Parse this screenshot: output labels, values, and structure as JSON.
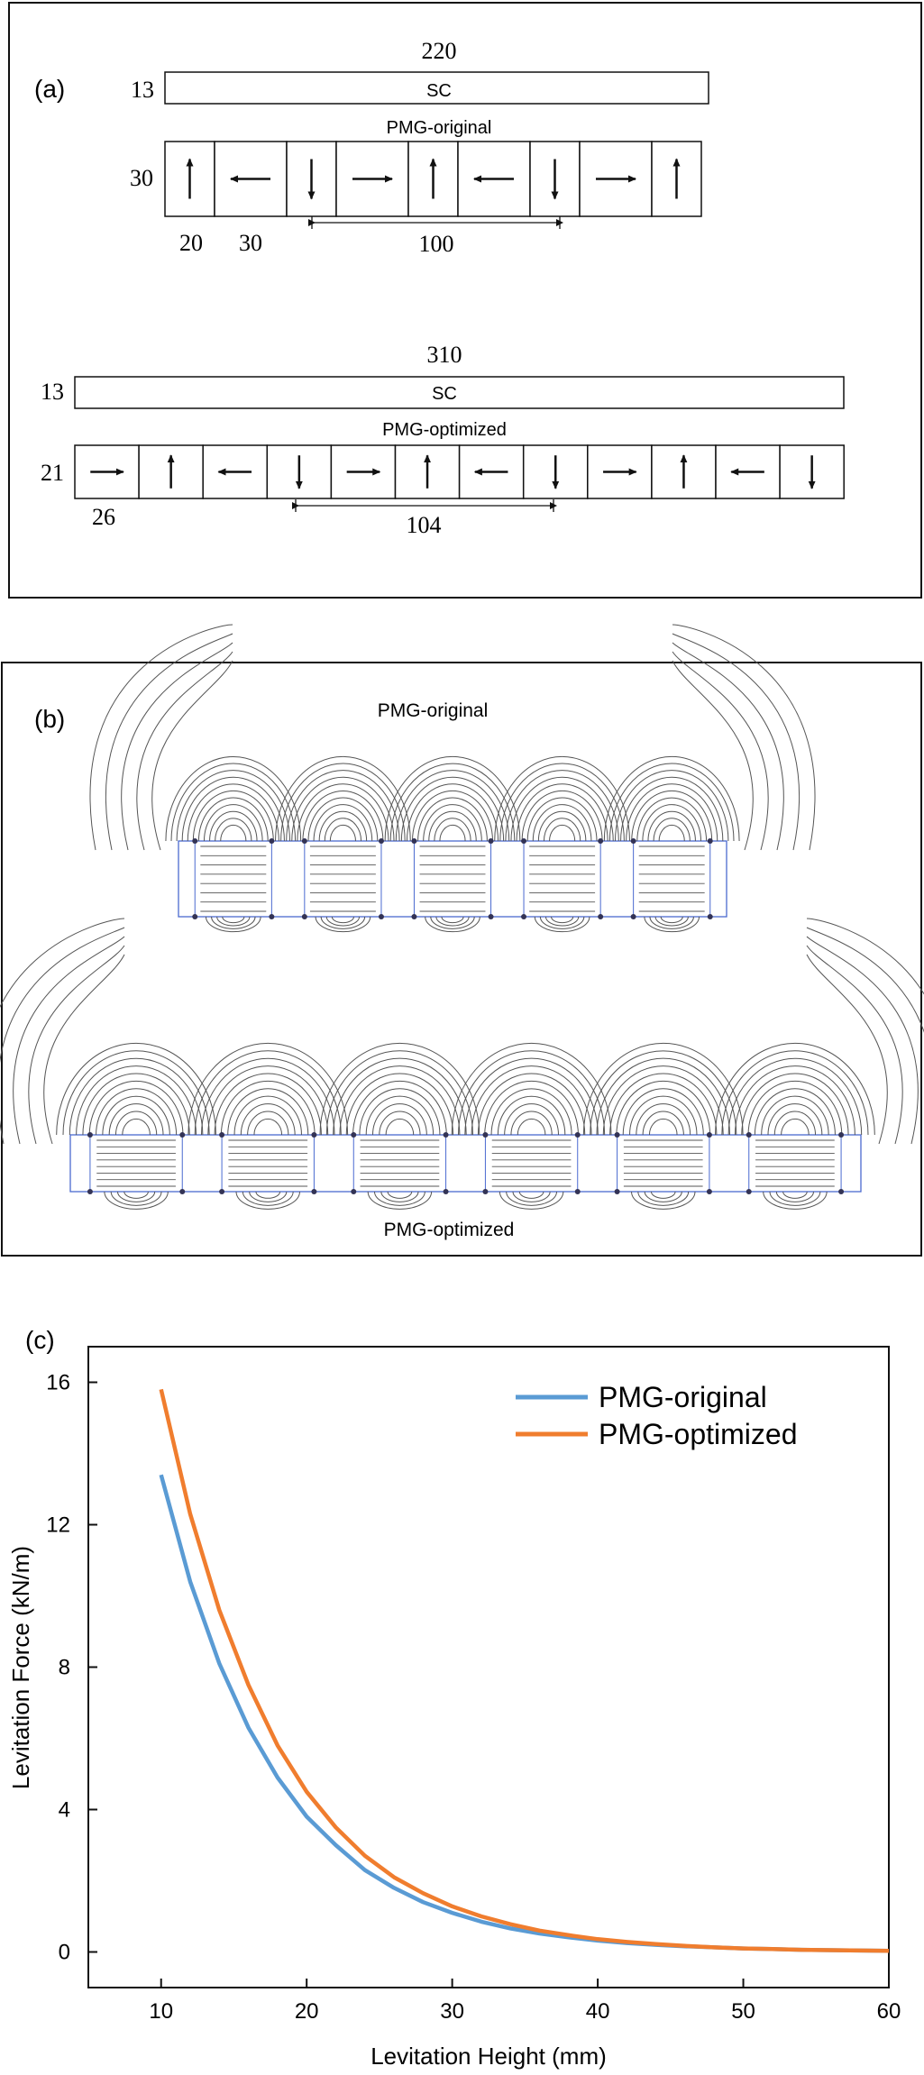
{
  "panel_a": {
    "label": "(a)",
    "top": {
      "width_dim": "220",
      "sc_thickness": "13",
      "sc_label": "SC",
      "caption": "PMG-original",
      "pm_height": "30",
      "dim_left_1": "20",
      "dim_left_2": "30",
      "pitch": "100",
      "arrows": [
        "up",
        "left",
        "down",
        "right",
        "up",
        "left",
        "down",
        "right",
        "up"
      ]
    },
    "bottom": {
      "width_dim": "310",
      "sc_thickness": "13",
      "sc_label": "SC",
      "caption": "PMG-optimized",
      "pm_height": "21",
      "dim_left_1": "26",
      "pitch": "104",
      "arrows": [
        "right",
        "up",
        "left",
        "down",
        "right",
        "up",
        "left",
        "down",
        "right",
        "up",
        "left",
        "down"
      ]
    }
  },
  "panel_b": {
    "label": "(b)",
    "top_caption": "PMG-original",
    "bottom_caption": "PMG-optimized"
  },
  "chart_data": {
    "type": "line",
    "panel_label": "(c)",
    "xlabel": "Levitation Height (mm)",
    "ylabel": "Levitation Force (kN/m)",
    "xlim": [
      5,
      60
    ],
    "ylim": [
      -1,
      17
    ],
    "xticks": [
      10,
      20,
      30,
      40,
      50,
      60
    ],
    "yticks": [
      0,
      4,
      8,
      12,
      16
    ],
    "legend_position": "top-right",
    "grid": false,
    "colors": {
      "PMG-original": "#5a9bd4",
      "PMG-optimized": "#f07d2e"
    },
    "x": [
      10,
      12,
      14,
      16,
      18,
      20,
      22,
      24,
      26,
      28,
      30,
      32,
      34,
      36,
      38,
      40,
      42,
      44,
      46,
      48,
      50,
      52,
      54,
      56,
      58,
      60
    ],
    "series": [
      {
        "name": "PMG-original",
        "values": [
          13.4,
          10.4,
          8.1,
          6.3,
          4.9,
          3.8,
          3.0,
          2.3,
          1.8,
          1.4,
          1.1,
          0.85,
          0.66,
          0.52,
          0.41,
          0.32,
          0.25,
          0.2,
          0.16,
          0.13,
          0.1,
          0.08,
          0.06,
          0.05,
          0.04,
          0.03
        ]
      },
      {
        "name": "PMG-optimized",
        "values": [
          15.8,
          12.3,
          9.6,
          7.5,
          5.8,
          4.5,
          3.5,
          2.7,
          2.1,
          1.65,
          1.28,
          1.0,
          0.78,
          0.6,
          0.47,
          0.36,
          0.28,
          0.22,
          0.17,
          0.13,
          0.1,
          0.08,
          0.06,
          0.05,
          0.04,
          0.03
        ]
      }
    ]
  }
}
